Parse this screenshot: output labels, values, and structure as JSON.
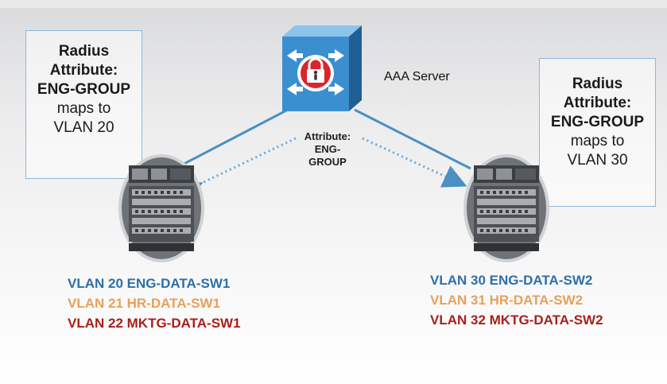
{
  "callout_left": {
    "line1": "Radius",
    "line2": "Attribute:",
    "line3": "ENG-GROUP",
    "line4": "maps to",
    "line5": "VLAN 20"
  },
  "callout_right": {
    "line1": "Radius",
    "line2": "Attribute:",
    "line3": "ENG-GROUP",
    "line4": "maps to",
    "line5": "VLAN 30"
  },
  "server": {
    "label": "AAA Server",
    "icon": "aaa-server-lock-icon"
  },
  "link_label": {
    "line1": "Attribute:",
    "line2": "ENG-",
    "line3": "GROUP"
  },
  "vlans_left": [
    "VLAN 20 ENG-DATA-SW1",
    "VLAN 21 HR-DATA-SW1",
    "VLAN 22 MKTG-DATA-SW1"
  ],
  "vlans_right": [
    "VLAN 30 ENG-DATA-SW2",
    "VLAN 31 HR-DATA-SW2",
    "VLAN 32 MKTG-DATA-SW2"
  ],
  "colors": {
    "eng": "#2e6fa8",
    "hr": "#e8a05a",
    "mktg": "#a8201c",
    "link": "#4a90c2",
    "server_body": "#3b8fd0",
    "lock_red": "#d9262c"
  }
}
